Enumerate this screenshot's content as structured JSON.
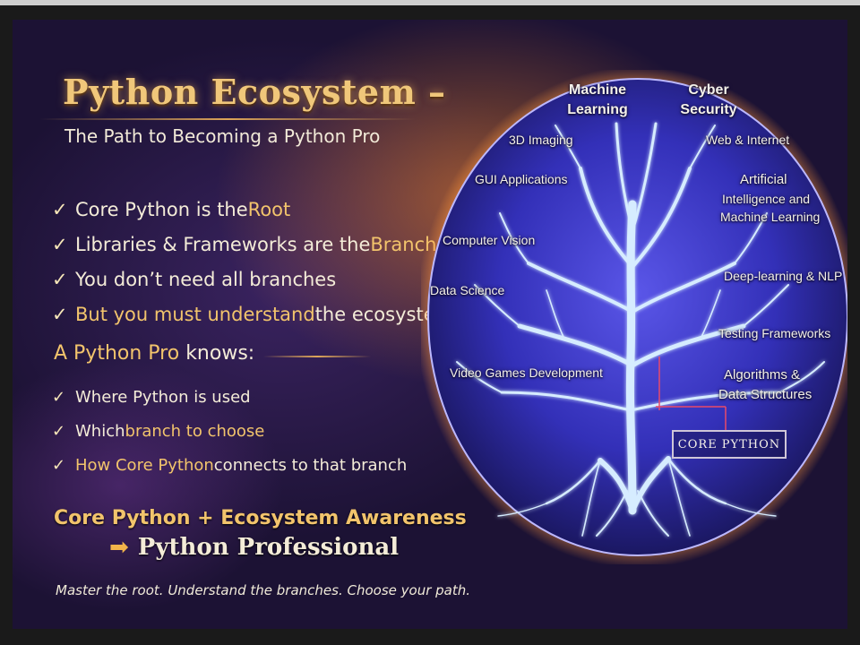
{
  "title": "Python Ecosystem –",
  "subtitle": "The Path to Becoming a Python Pro",
  "bullets_main": [
    {
      "a": "Core Python is the ",
      "b": "Root"
    },
    {
      "a": "Libraries & Frameworks are the ",
      "b": "Branches"
    },
    {
      "a": "You don’t need all branches",
      "b": ""
    },
    {
      "a": "But you must understand",
      "b": " the ecosystem"
    }
  ],
  "pro_heading": {
    "a": "A Python Pro",
    "b": " knows:"
  },
  "bullets_pro": [
    {
      "a": "Where Python is used",
      "b": ""
    },
    {
      "a": "Which ",
      "b": "branch to choose"
    },
    {
      "a": "How Core Python",
      "b": " connects to that branch"
    }
  ],
  "formula": {
    "line1": "Core Python + Ecosystem Awareness",
    "line2": "Python Professional"
  },
  "motto": "Master the root. Understand the branches. Choose your path.",
  "branches": {
    "machine_learning": "Machine\nLearning",
    "cyber_security": "Cyber\nSecurity",
    "imaging_3d": "3D Imaging",
    "web_internet": "Web & Internet",
    "gui_applications": "GUI Applications",
    "ai_ml_1": "Artificial",
    "ai_ml_2": "Intelligence and",
    "ai_ml_3": "Machine Learning",
    "computer_vision": "Computer Vision",
    "deep_learning_nlp": "Deep-learning & NLP",
    "data_science": "Data Science",
    "testing_frameworks": "Testing Frameworks",
    "video_games": "Video Games Development",
    "algorithms_1": "Algorithms &",
    "algorithms_2": "Data Structures"
  },
  "core_label": "CORE PYTHON",
  "colors": {
    "gold": "#f2c46c",
    "glow": "#ff9a3c",
    "globe": "#3a34c8",
    "tree": "#cfe8ff"
  }
}
